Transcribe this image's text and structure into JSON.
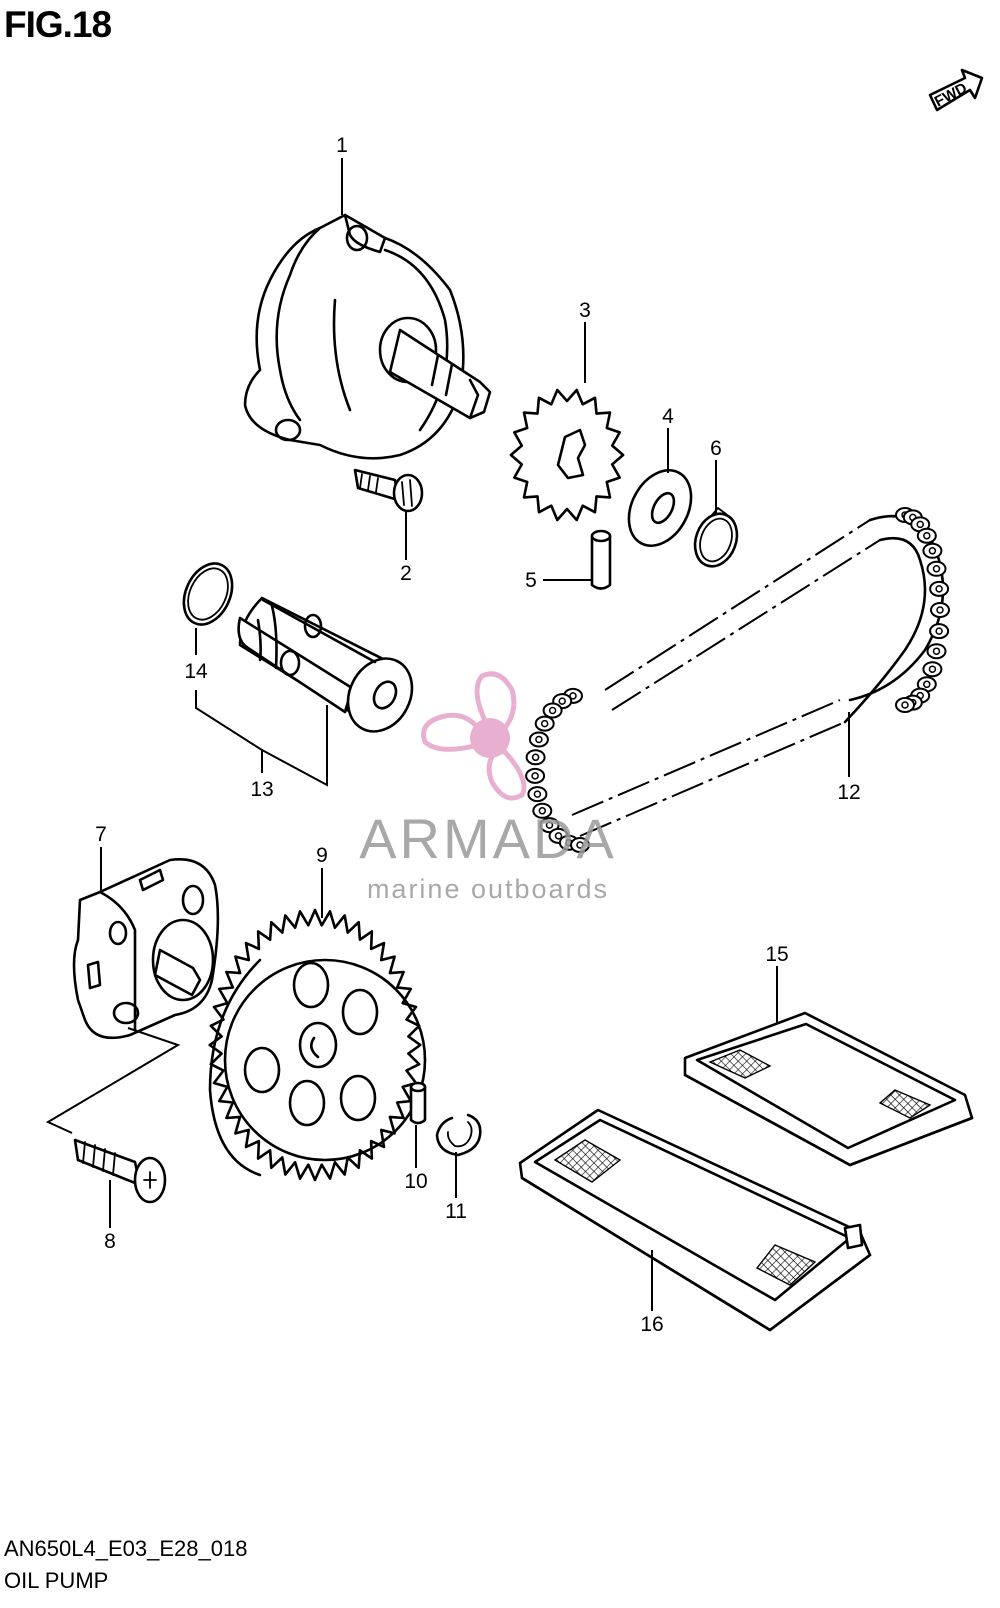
{
  "figure": {
    "title": "FIG.18",
    "code": "AN650L4_E03_E28_018",
    "name": "OIL PUMP",
    "fwd_label": "FWD"
  },
  "watermark": {
    "brand": "ARMADA",
    "tagline": "marine outboards",
    "logo_icon": "propeller-icon",
    "color": "#e6a2c8",
    "text_color": "#9a9a9a"
  },
  "callouts": [
    {
      "id": "1",
      "label": "1"
    },
    {
      "id": "2",
      "label": "2"
    },
    {
      "id": "3",
      "label": "3"
    },
    {
      "id": "4",
      "label": "4"
    },
    {
      "id": "5",
      "label": "5"
    },
    {
      "id": "6",
      "label": "6"
    },
    {
      "id": "7",
      "label": "7"
    },
    {
      "id": "8",
      "label": "8"
    },
    {
      "id": "9",
      "label": "9"
    },
    {
      "id": "10",
      "label": "10"
    },
    {
      "id": "11",
      "label": "11"
    },
    {
      "id": "12",
      "label": "12"
    },
    {
      "id": "13",
      "label": "13"
    },
    {
      "id": "14",
      "label": "14"
    },
    {
      "id": "15",
      "label": "15"
    },
    {
      "id": "16",
      "label": "16"
    }
  ]
}
